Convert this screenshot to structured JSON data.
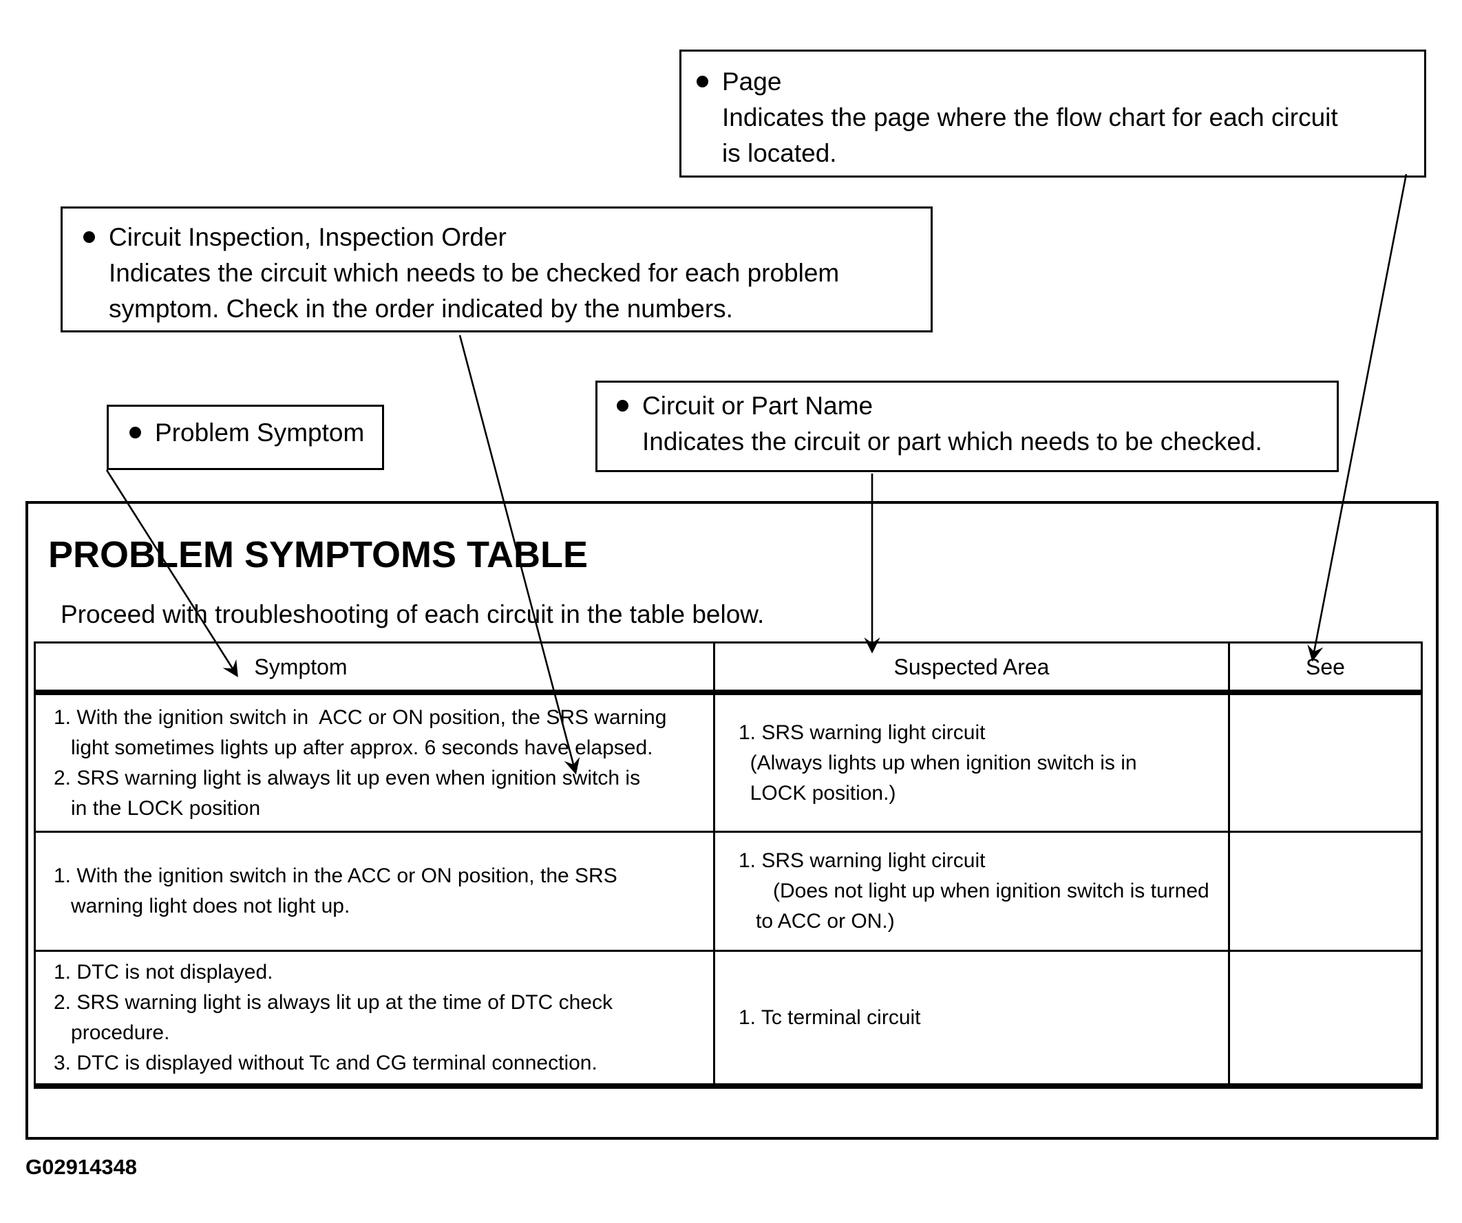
{
  "figure_code": "G02914348",
  "colors": {
    "ink": "#000000",
    "paper": "#ffffff"
  },
  "callouts": {
    "page": {
      "title": "Page",
      "description": "Indicates the page where the flow chart for each circuit\nis located."
    },
    "circuit_inspection": {
      "title": "Circuit Inspection, Inspection Order",
      "description": "Indicates the circuit which needs to be checked for each problem\nsymptom. Check in the order indicated by the numbers."
    },
    "problem_symptom": {
      "title": "Problem Symptom"
    },
    "circuit_or_part_name": {
      "title": "Circuit or Part Name",
      "description": "Indicates the circuit or part which needs to be checked."
    }
  },
  "main_panel": {
    "title": "PROBLEM SYMPTOMS TABLE",
    "intro": "Proceed with troubleshooting of each circuit in the table below.",
    "table": {
      "headers": [
        "Symptom",
        "Suspected Area",
        "See"
      ],
      "rows": [
        {
          "symptom": "1. With the ignition switch in  ACC or ON position, the SRS warning\n   light sometimes lights up after approx. 6 seconds have elapsed.\n2. SRS warning light is always lit up even when ignition switch is\n   in the LOCK position",
          "suspected_area": "1. SRS warning light circuit\n  (Always lights up when ignition switch is in\n  LOCK position.)",
          "see": ""
        },
        {
          "symptom": "1. With the ignition switch in the ACC or ON position, the SRS\n   warning light does not light up.",
          "suspected_area": "1. SRS warning light circuit\n      (Does not light up when ignition switch is turned\n   to ACC or ON.)",
          "see": ""
        },
        {
          "symptom": "1. DTC is not displayed.\n2. SRS warning light is always lit up at the time of DTC check\n   procedure.\n3. DTC is displayed without Tc and CG terminal connection.",
          "suspected_area": "1. Tc terminal circuit",
          "see": ""
        }
      ]
    }
  }
}
